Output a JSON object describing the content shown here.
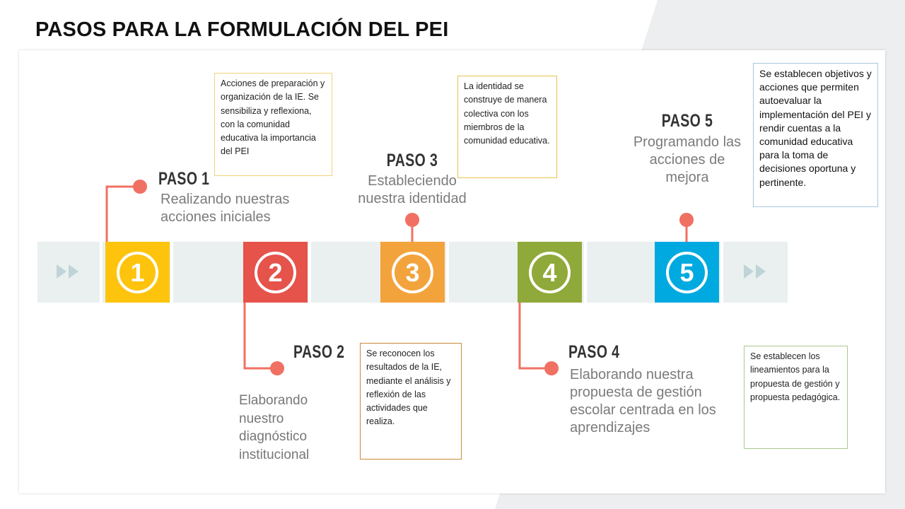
{
  "title": "PASOS PARA LA FORMULACIÓN DEL PEI",
  "colors": {
    "step1": "#fec40d",
    "step2": "#e5534b",
    "step3": "#f3a33c",
    "step4": "#8fa93a",
    "step5": "#00a9e0",
    "connector": "#f07062",
    "track": "#eaf0f0",
    "arrow": "#bfd4d6"
  },
  "steps": [
    {
      "number": "1",
      "label": "PASO 1",
      "description": "Realizando nuestras acciones iniciales",
      "note": "Acciones de preparación y organización de la IE. Se sensibiliza y reflexiona, con la comunidad educativa la importancia del PEI"
    },
    {
      "number": "2",
      "label": "PASO 2",
      "description": "Elaborando nuestro diagnóstico institucional",
      "note": "Se reconocen los resultados de la IE, mediante el análisis y reflexión de las actividades que realiza."
    },
    {
      "number": "3",
      "label": "PASO 3",
      "description": "Estableciendo nuestra identidad",
      "note": "La identidad se construye de manera colectiva con los miembros de la comunidad educativa."
    },
    {
      "number": "4",
      "label": "PASO 4",
      "description": "Elaborando nuestra propuesta de gestión escolar centrada en los aprendizajes",
      "note": "Se establecen los lineamientos para la propuesta de gestión y propuesta pedagógica."
    },
    {
      "number": "5",
      "label": "PASO 5",
      "description": "Programando las acciones de mejora",
      "note": "Se establecen objetivos y acciones que permiten autoevaluar la implementación del PEI y rendir cuentas a la comunidad educativa para la toma de decisiones oportuna y pertinente."
    }
  ]
}
